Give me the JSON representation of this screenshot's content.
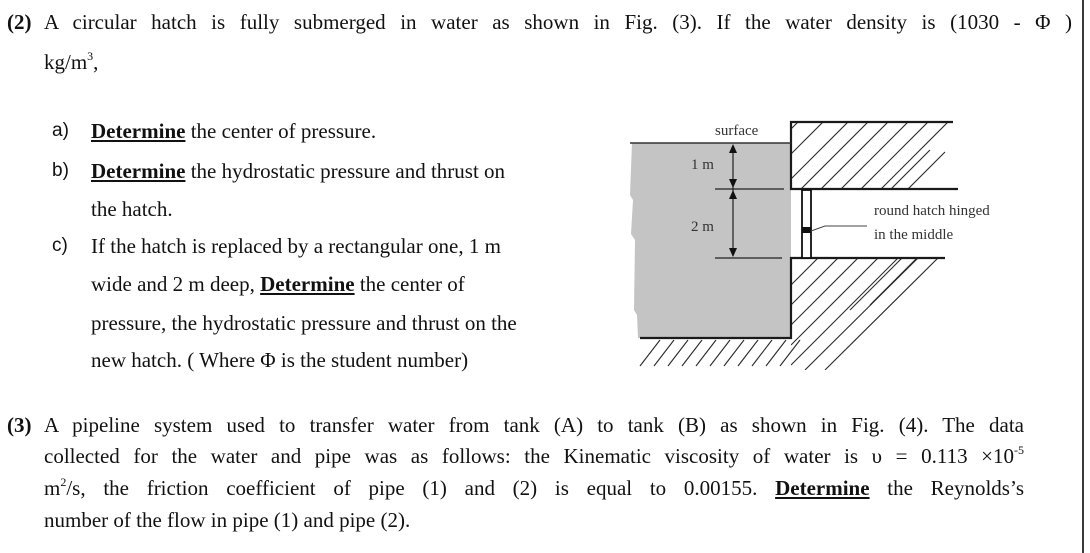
{
  "question2": {
    "number": "(2)",
    "intro_line1": "A circular hatch is fully submerged in water as shown in Fig. (3). If the water density is (1030 - Φ )",
    "intro_line2_unit": "kg/m",
    "intro_line2_sup": "3",
    "intro_line2_tail": ",",
    "items": [
      {
        "label": "a)",
        "keyword": "Determine",
        "lines": [
          " the center of pressure."
        ]
      },
      {
        "label": "b)",
        "keyword": "Determine",
        "lines": [
          " the hydrostatic pressure and thrust on",
          "the hatch."
        ]
      },
      {
        "label": "c)",
        "line1": "If the hatch is replaced by a rectangular one, 1 m",
        "line2_pre": "wide and 2 m deep, ",
        "keyword": "Determine",
        "line2_post": " the center of",
        "line3": "pressure, the hydrostatic pressure and thrust on the",
        "line4": "new hatch.  ( Where Φ is the student number)"
      }
    ]
  },
  "figure3": {
    "surface_label": "surface",
    "dim_top": "1 m",
    "dim_bottom": "2 m",
    "hatch_label_line1": "round hatch hinged",
    "hatch_label_line2": "in the middle",
    "colors": {
      "water": "#c4c4c4",
      "lines": "#1a1a1a",
      "hatching": "#2a2a2a"
    }
  },
  "question3": {
    "number": "(3)",
    "line1": "A pipeline system used to transfer water from tank (A) to tank (B) as shown in Fig. (4). The data",
    "line2_text": "collected for the water and pipe was as follows: the Kinematic viscosity of water is υ = 0.113 ×10",
    "line2_sup": "-5",
    "line3_unit": "m",
    "line3_sup": "2",
    "line3_pre": "/s, the friction coefficient of pipe (1) and (2) is equal to 0.00155. ",
    "line3_keyword": "Determine",
    "line3_post": " the Reynolds’s",
    "line4": "number of the flow in pipe (1) and pipe (2)."
  }
}
